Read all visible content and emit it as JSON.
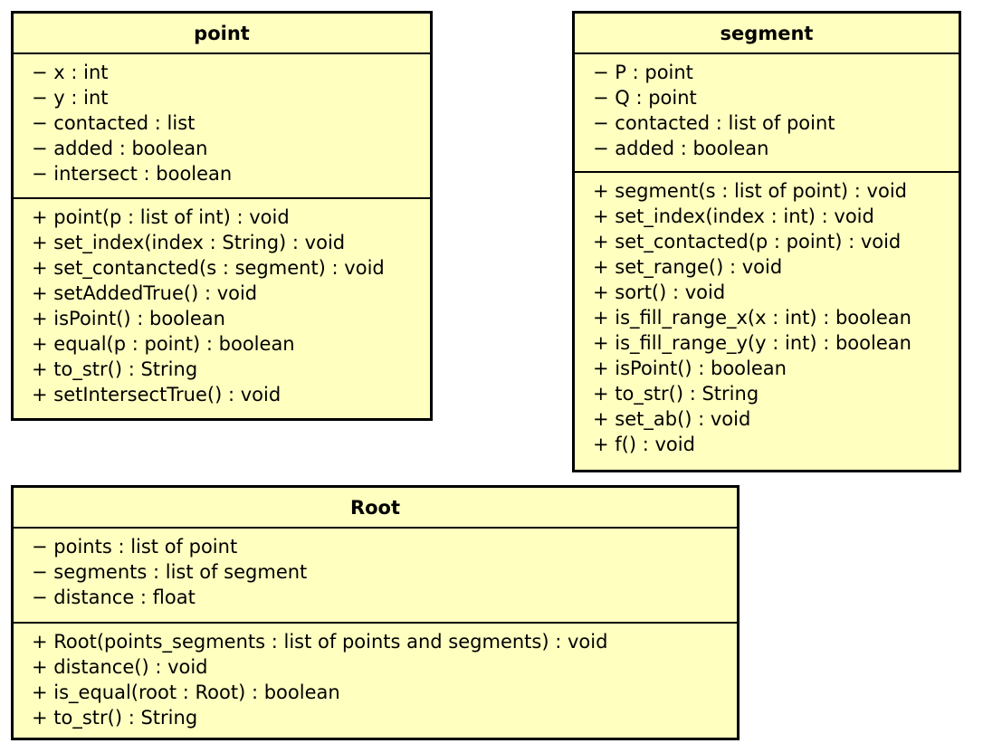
{
  "classes": {
    "point": {
      "name": "point",
      "attributes": [
        "− x : int",
        "− y : int",
        "− contacted : list",
        "− added : boolean",
        "− intersect : boolean"
      ],
      "methods": [
        "+ point(p : list of int) : void",
        "+ set_index(index : String) : void",
        "+ set_contancted(s : segment) : void",
        "+ setAddedTrue() : void",
        "+ isPoint() : boolean",
        "+ equal(p : point) : boolean",
        "+ to_str() : String",
        "+ setIntersectTrue() : void"
      ]
    },
    "segment": {
      "name": "segment",
      "attributes": [
        "− P : point",
        "− Q : point",
        "− contacted : list of point",
        "− added : boolean"
      ],
      "methods": [
        "+ segment(s : list of point) : void",
        "+ set_index(index : int) : void",
        "+ set_contacted(p : point) : void",
        "+ set_range() : void",
        "+ sort() : void",
        "+ is_fill_range_x(x : int) : boolean",
        "+ is_fill_range_y(y : int) : boolean",
        "+ isPoint() : boolean",
        "+ to_str() : String",
        "+ set_ab() : void",
        "+ f() : void"
      ]
    },
    "root": {
      "name": "Root",
      "attributes": [
        "− points : list of point",
        "− segments : list of segment",
        "− distance : float"
      ],
      "methods": [
        "+ Root(points_segments : list of points and segments) : void",
        "+ distance() : void",
        "+ is_equal(root : Root) : boolean",
        "+ to_str() : String"
      ]
    }
  },
  "colors": {
    "class_fill": "#ffffc0",
    "border": "#000000"
  }
}
